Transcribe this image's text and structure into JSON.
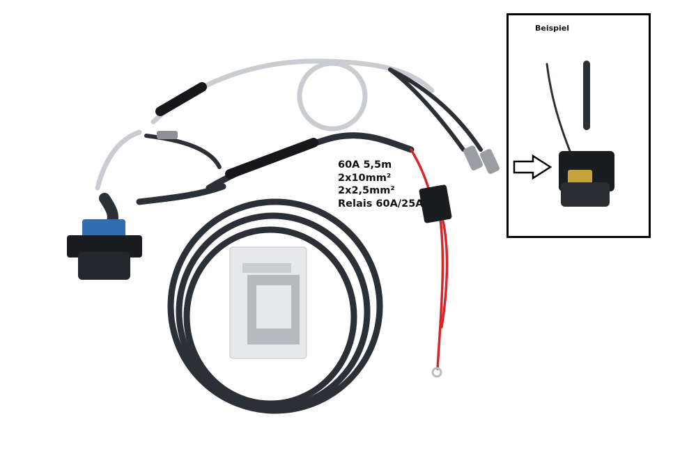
{
  "spec_lines": [
    "60A 5,5m",
    "2x10mm²",
    "2x2,5mm²",
    "Relais 60A/25A"
  ],
  "inset": {
    "title": "Beispiel"
  },
  "icons": [
    "arrow-right-icon"
  ],
  "colors": {
    "cable": "#2b2f36",
    "grey_cable": "#c9cdd1",
    "red_wire": "#d6262b",
    "connector_blue": "#2f6fb0"
  }
}
